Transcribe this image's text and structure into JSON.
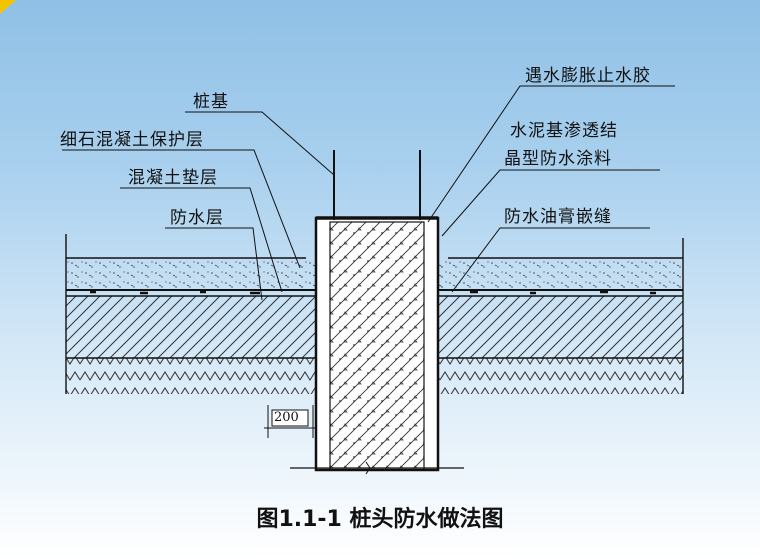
{
  "labels": {
    "pile": "桩基",
    "fine_stone_protect": "细石混凝土保护层",
    "concrete_cushion": "混凝土垫层",
    "waterproof_layer": "防水层",
    "swell_stop": "遇水膨胀止水胶",
    "cement_crystal_line1": "水泥基渗透结",
    "cement_crystal_line2": "晶型防水涂料",
    "waterproof_paste": "防水油膏嵌缝"
  },
  "dimension": "200",
  "caption": "图1.1-1 桩头防水做法图",
  "colors": {
    "corner_accent": "#f5c400",
    "line": "#111111"
  }
}
